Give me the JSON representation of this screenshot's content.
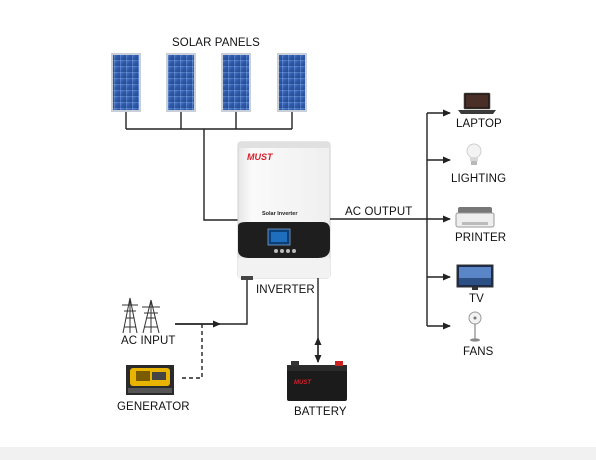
{
  "labels": {
    "solar_panels": "SOLAR PANELS",
    "ac_output": "AC OUTPUT",
    "inverter": "INVERTER",
    "ac_input": "AC INPUT",
    "generator": "GENERATOR",
    "battery": "BATTERY",
    "laptop": "LAPTOP",
    "lighting": "LIGHTING",
    "printer": "PRINTER",
    "tv": "TV",
    "fans": "FANS"
  },
  "device": {
    "brand": "MUST",
    "model": "Solar Inverter",
    "battery_brand": "MUST"
  },
  "colors": {
    "panel_blue": "#2f5aa8",
    "panel_frame": "#b9c2cf",
    "brand_red": "#d4202a",
    "line": "#222222",
    "inverter_body": "#f4f4f4",
    "inverter_dark": "#1e1e1e",
    "generator_yellow": "#e8b400"
  },
  "icons": [
    "solar-panel-icon",
    "inverter-icon",
    "power-tower-icon",
    "generator-icon",
    "battery-icon",
    "laptop-icon",
    "light-bulb-icon",
    "printer-icon",
    "tv-icon",
    "fan-icon"
  ]
}
